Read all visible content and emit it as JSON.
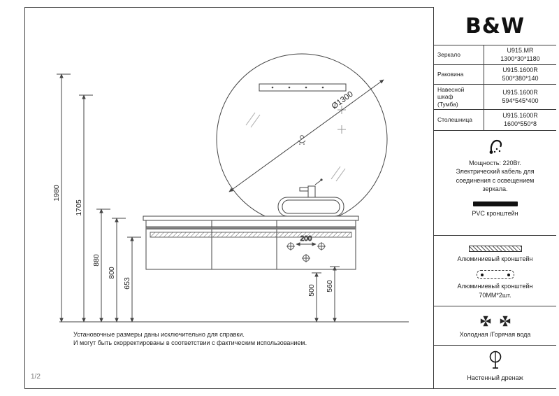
{
  "brand": "B&W",
  "page": "1/2",
  "table": {
    "rows": [
      {
        "label": "Зеркало",
        "value": "U915.MR\n1300*30*1180"
      },
      {
        "label": "Раковина",
        "value": "U915.1600R\n500*380*140"
      },
      {
        "label": "Навесной\nшкаф\n(Тумба)",
        "value": "U915.1600R\n594*545*400"
      },
      {
        "label": "Столешница",
        "value": "U915.1600R\n1600*550*8"
      }
    ]
  },
  "legend": {
    "power_note": "Мощность: 220Вт.\nЭлектрический кабель для\nсоединения с освещением\nзеркала.",
    "pvc": "PVC кронштейн",
    "alu": "Алюминиевый кронштейн",
    "alu2": "Алюминиевый кронштейн\n70ММ*2шт.",
    "water": "Холодная /Горячая вода",
    "drain": "Настенный дренаж"
  },
  "dims": {
    "d1980": "1980",
    "d1705": "1705",
    "d880": "880",
    "d800": "800",
    "d653": "653",
    "d500": "500",
    "d560": "560",
    "d200": "200",
    "mirror_dia": "Ø1300"
  },
  "notes": {
    "line1": "Установочные размеры даны исключительно для справки.",
    "line2": "И могут быть скорректированы в соответствии с фактическим использованием."
  }
}
